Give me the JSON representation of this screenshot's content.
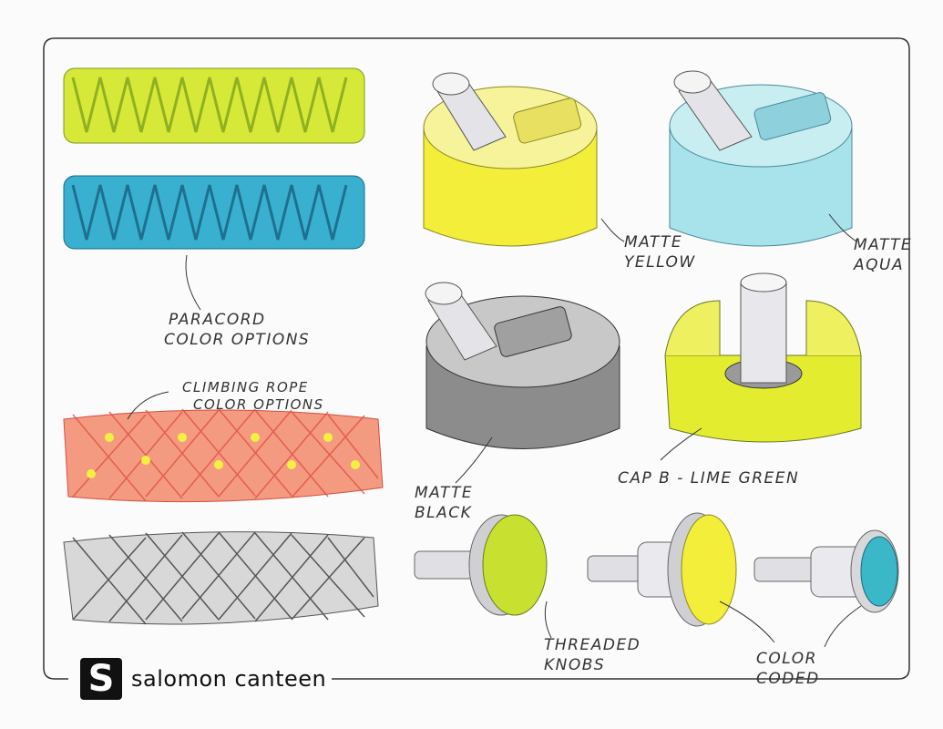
{
  "brand": {
    "logo_letter": "S",
    "title": "salomon canteen"
  },
  "labels": {
    "paracord": [
      "PARACORD",
      "COLOR OPTIONS"
    ],
    "climbing_rope": [
      "CLIMBING ROPE",
      "COLOR OPTIONS"
    ],
    "matte_yellow": [
      "MATTE",
      "YELLOW"
    ],
    "matte_aqua": [
      "MATTE",
      "AQUA"
    ],
    "matte_black": [
      "MATTE",
      "BLACK"
    ],
    "cap_b": "CAP B - LIME GREEN",
    "threaded_knobs": [
      "THREADED",
      "KNOBS"
    ],
    "color_coded": [
      "COLOR",
      "CODED"
    ]
  },
  "colors": {
    "yellow": "#f3ee3a",
    "lime": "#c8e030",
    "aqua": "#9fdfe8",
    "cord_aqua": "#3ab0d0",
    "rope_orange": "#f08068",
    "gray": "#8a8a8a"
  }
}
